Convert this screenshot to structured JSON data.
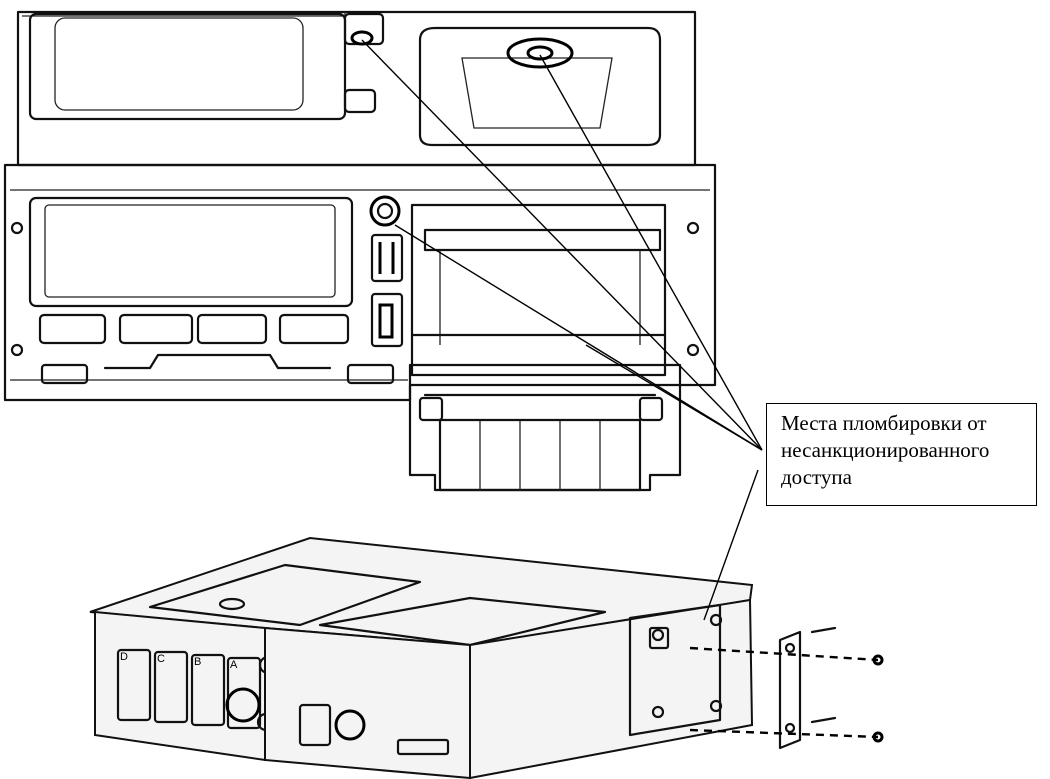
{
  "callout": {
    "lines": [
      "Места пломбировки от",
      "несанкционированного",
      "доступа"
    ]
  },
  "connector_labels": [
    "D",
    "C",
    "B",
    "A"
  ]
}
